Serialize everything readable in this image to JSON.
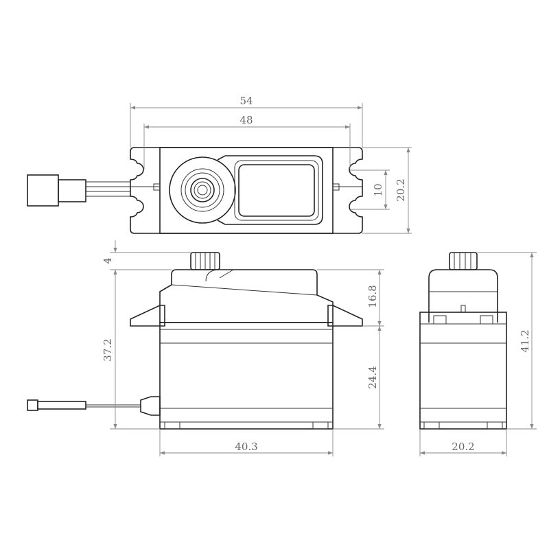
{
  "dimensions": {
    "top_overall_length": "54",
    "top_mount_hole_spacing": "48",
    "top_slot_spacing": "10",
    "top_width": "20.2",
    "front_spline_height": "4",
    "front_body_height": "37.2",
    "front_upper_height": "16.8",
    "front_lower_height": "24.4",
    "front_body_length": "40.3",
    "side_total_height": "41.2",
    "side_width": "20.2"
  },
  "colors": {
    "line": "#222222",
    "dimension": "#888888",
    "text": "#666666"
  }
}
